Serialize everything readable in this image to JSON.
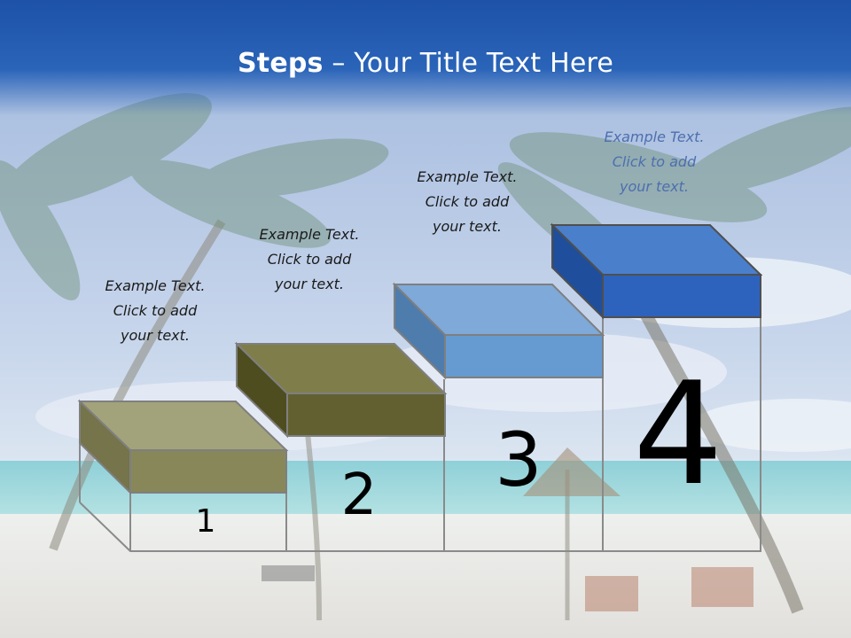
{
  "slide": {
    "title_bold": "Steps",
    "title_rest": " – Your Title Text Here"
  },
  "steps": [
    {
      "number": "1",
      "line1": "Example Text.",
      "line2": "Click  to add",
      "line3": "your text."
    },
    {
      "number": "2",
      "line1": "Example Text.",
      "line2": "Click  to add",
      "line3": "your text."
    },
    {
      "number": "3",
      "line1": "Example Text.",
      "line2": "Click  to add",
      "line3": "your text."
    },
    {
      "number": "4",
      "line1": "Example Text.",
      "line2": "Click  to add",
      "line3": "your text."
    }
  ],
  "colors": {
    "title_band": "#1d52a8",
    "step1": "#8a8a5a",
    "step2": "#5c5a28",
    "step3": "#6a9fd4",
    "step4": "#2f66c0"
  }
}
